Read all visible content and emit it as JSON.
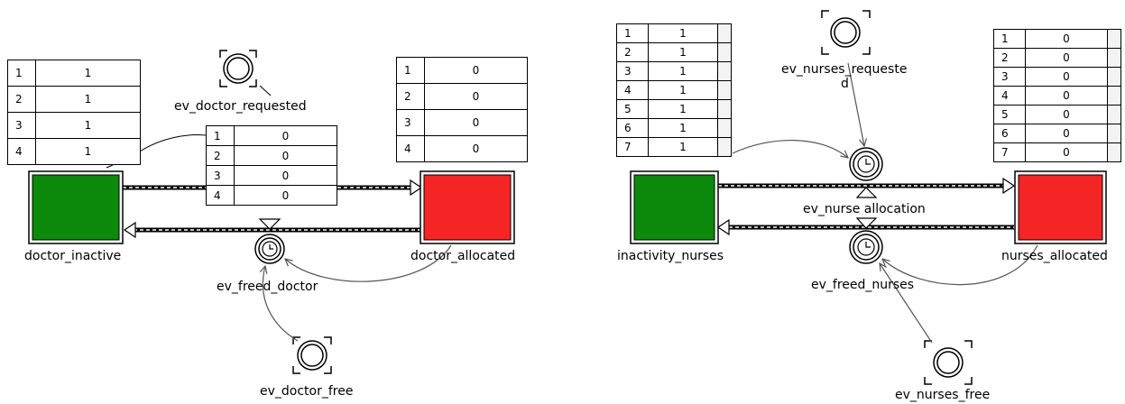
{
  "left_net": {
    "places": {
      "inactive": "doctor_inactive",
      "allocated": "doctor_allocated"
    },
    "events": {
      "requested": "ev_doctor_requested",
      "freed": "ev_freed_doctor",
      "free": "ev_doctor_free"
    },
    "table_inactive": [
      {
        "idx": "1",
        "val": "1"
      },
      {
        "idx": "2",
        "val": "1"
      },
      {
        "idx": "3",
        "val": "1"
      },
      {
        "idx": "4",
        "val": "1"
      }
    ],
    "table_transit": [
      {
        "idx": "1",
        "val": "0"
      },
      {
        "idx": "2",
        "val": "0"
      },
      {
        "idx": "3",
        "val": "0"
      },
      {
        "idx": "4",
        "val": "0"
      }
    ],
    "table_allocated": [
      {
        "idx": "1",
        "val": "0"
      },
      {
        "idx": "2",
        "val": "0"
      },
      {
        "idx": "3",
        "val": "0"
      },
      {
        "idx": "4",
        "val": "0"
      }
    ]
  },
  "right_net": {
    "places": {
      "inactive": "inactivity_nurses",
      "allocated": "nurses_allocated"
    },
    "events": {
      "requested_line1": "ev_nurses_requeste",
      "requested_line2": "d",
      "allocation": "ev_nurse allocation",
      "freed": "ev_freed_nurses",
      "free": "ev_nurses_free"
    },
    "table_inactive": [
      {
        "idx": "1",
        "val": "1"
      },
      {
        "idx": "2",
        "val": "1"
      },
      {
        "idx": "3",
        "val": "1"
      },
      {
        "idx": "4",
        "val": "1"
      },
      {
        "idx": "5",
        "val": "1"
      },
      {
        "idx": "6",
        "val": "1"
      },
      {
        "idx": "7",
        "val": "1"
      }
    ],
    "table_allocated": [
      {
        "idx": "1",
        "val": "0"
      },
      {
        "idx": "2",
        "val": "0"
      },
      {
        "idx": "3",
        "val": "0"
      },
      {
        "idx": "4",
        "val": "0"
      },
      {
        "idx": "5",
        "val": "0"
      },
      {
        "idx": "6",
        "val": "0"
      },
      {
        "idx": "7",
        "val": "0"
      }
    ]
  },
  "colors": {
    "inactive_place": "#0b8a0b",
    "allocated_place": "#f52525"
  }
}
